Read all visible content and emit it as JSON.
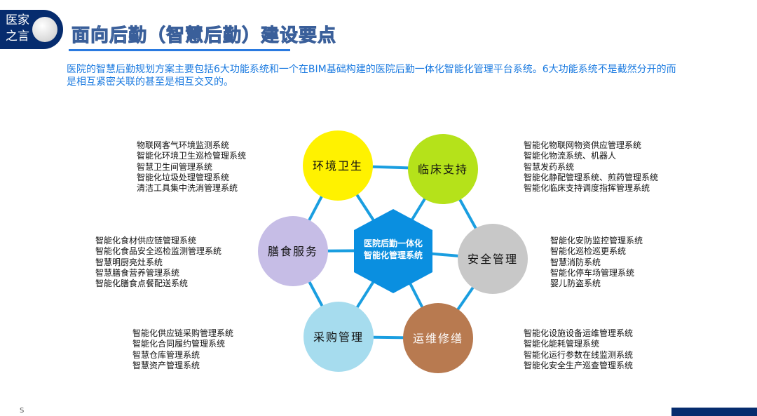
{
  "logo": {
    "line1": "医家",
    "line2": "之言"
  },
  "title": "面向后勤（智慧后勤）建设要点",
  "intro": "医院的智慧后勤规划方案主要包括6大功能系统和一个在BIM基础构建的医院后勤一体化智能化管理平台系统。6大功能系统不是截然分开的而是相互紧密关联的甚至是相互交叉的。",
  "center": {
    "line1": "医院后勤一体化",
    "line2": "智能化管理系统",
    "color": "#0a8fe0"
  },
  "nodes": [
    {
      "label": "环境卫生",
      "color": "#fff200"
    },
    {
      "label": "临床支持",
      "color": "#b5e21a"
    },
    {
      "label": "安全管理",
      "color": "#c8c8c8"
    },
    {
      "label": "运维修缮",
      "color": "#b87a50"
    },
    {
      "label": "采购管理",
      "color": "#a6dcee"
    },
    {
      "label": "膳食服务",
      "color": "#c6bde6"
    }
  ],
  "lists": {
    "env": [
      "物联网客气环境监测系统",
      "智能化环境卫生巡检管理系统",
      "智慧卫生间管理系统",
      "智能化垃圾处理管理系统",
      "清洁工具集中洗消管理系统"
    ],
    "clinical": [
      "智能化物联网物资供应管理系统",
      "智能化物流系统、机器人",
      "智慧发药系统",
      "智能化静配管理系统、煎药管理系统",
      "智能化临床支持调度指挥管理系统"
    ],
    "food": [
      "智能化食材供应链管理系统",
      "智能化食品安全巡检监测管理系统",
      "智慧明厨亮灶系统",
      "智慧膳食营养管理系统",
      "智能化膳食点餐配送系统"
    ],
    "security": [
      "智能化安防监控管理系统",
      "智能化巡检巡更系统",
      "智慧消防系统",
      "智能化停车场管理系统",
      "婴儿防盗系统"
    ],
    "purchase": [
      "智能化供应链采购管理系统",
      "智能化合同履约管理系统",
      "智慧仓库管理系统",
      "智慧资产管理系统"
    ],
    "maint": [
      "智能化设施设备运维管理系统",
      "智能化能耗管理系统",
      "智能化运行参数在线监测系统",
      "智能化安全生产巡查管理系统"
    ]
  },
  "footer": {
    "mark": "S"
  }
}
